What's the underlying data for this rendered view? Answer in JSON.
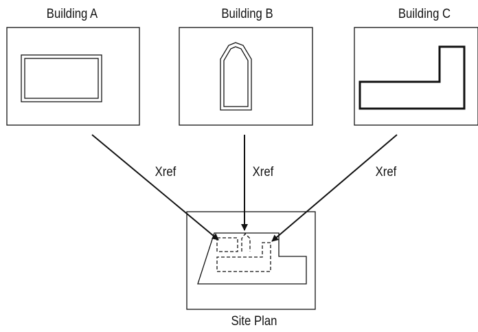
{
  "buildings": [
    {
      "title": "Building A",
      "link_label": "Xref"
    },
    {
      "title": "Building B",
      "link_label": "Xref"
    },
    {
      "title": "Building C",
      "link_label": "Xref"
    }
  ],
  "site_plan": {
    "label": "Site Plan"
  },
  "colors": {
    "stroke": "#111111",
    "background": "#ffffff"
  }
}
